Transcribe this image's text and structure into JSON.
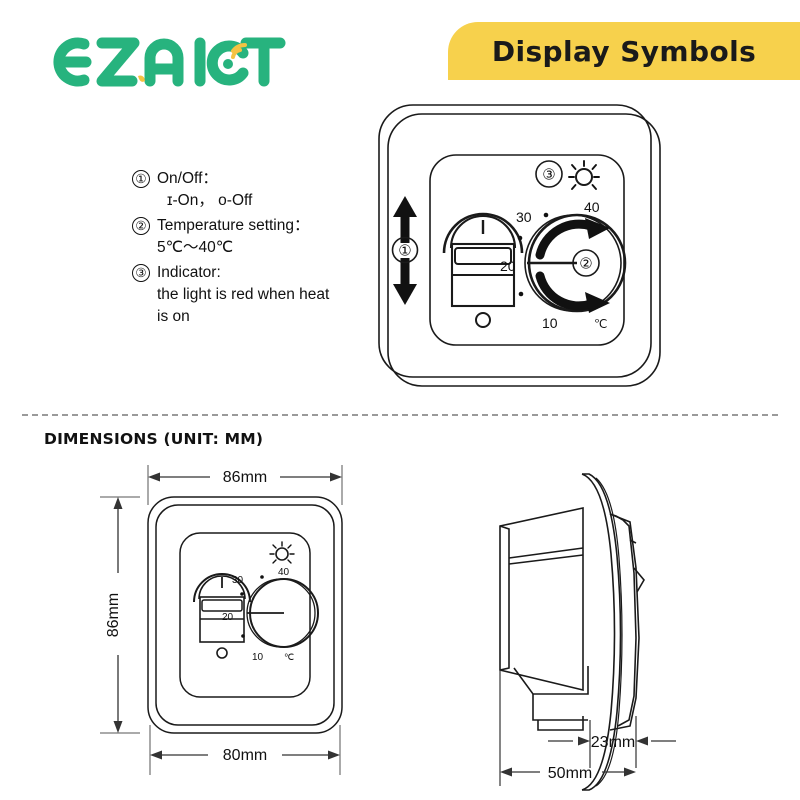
{
  "brand": {
    "logo_text": "EZ.AIoT",
    "logo_color": "#27b37e",
    "logo_accent_color": "#f5c342"
  },
  "header": {
    "banner_label": "Display Symbols",
    "banner_color": "#F7D14C"
  },
  "legend": {
    "items": [
      {
        "number": "①",
        "title": "On/Off：",
        "detail": "ɪ-On，  о-Off"
      },
      {
        "number": "②",
        "title": "Temperature  setting：",
        "detail": "5℃～40℃"
      },
      {
        "number": "③",
        "title": "Indicator:",
        "detail": "the light is red when heat",
        "detail2": "is on"
      }
    ]
  },
  "display_figure": {
    "callout_1": "①",
    "callout_2": "②",
    "callout_3": "③",
    "switch_mark": "I",
    "dial_ticks": [
      "10",
      "20",
      "30",
      "40"
    ],
    "dial_unit": "℃",
    "indicator_icon": "sun-icon",
    "updown_icon": "up-down-arrow-icon",
    "rotate_icon": "rotation-arrows-icon"
  },
  "dimensions": {
    "heading": "DIMENSIONS (UNIT: MM)",
    "front": {
      "width_top": "86mm",
      "height_left": "86mm",
      "width_bottom": "80mm",
      "dial_ticks": [
        "10",
        "20",
        "30",
        "40"
      ],
      "dial_unit": "℃",
      "switch_mark": "I"
    },
    "side": {
      "depth_front": "23mm",
      "depth_total": "50mm"
    }
  }
}
